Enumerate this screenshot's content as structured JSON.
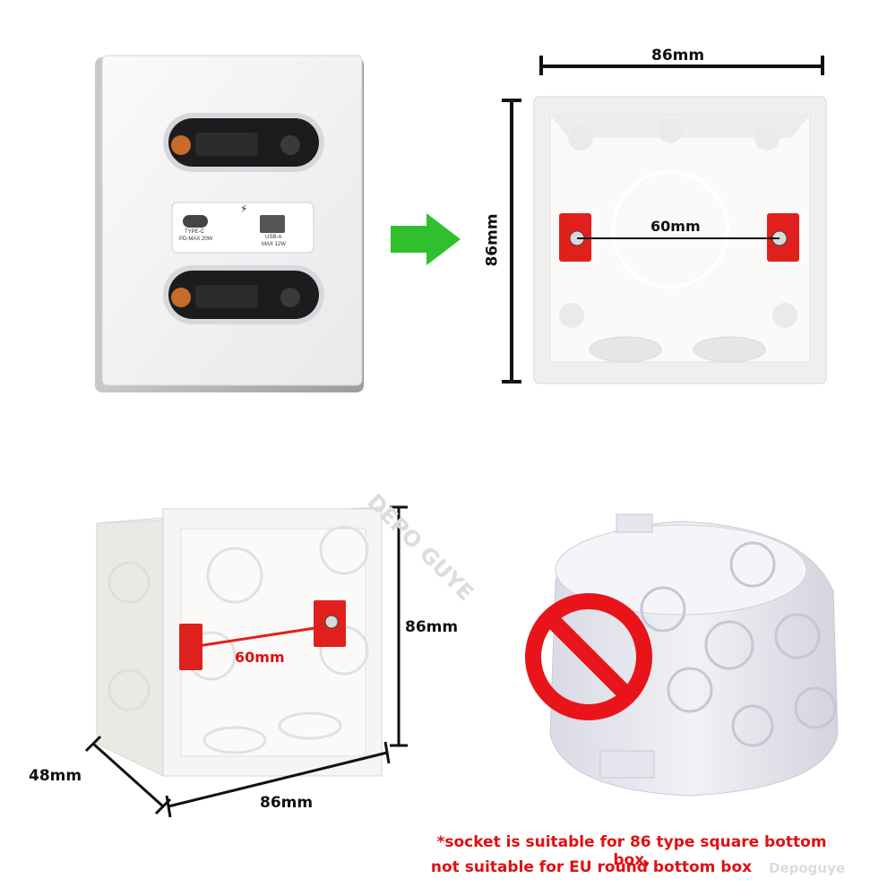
{
  "socket": {
    "typec_label": "TYPE-C",
    "typec_spec": "PD-MAX 20W",
    "usba_label": "USB-A",
    "usba_spec": "MAX 12W"
  },
  "top_box": {
    "width_label": "86mm",
    "height_label": "86mm",
    "screw_label": "60mm"
  },
  "bottom_box": {
    "depth_label": "48mm",
    "width_label": "86mm",
    "height_label": "86mm",
    "screw_label": "60mm"
  },
  "note": {
    "line1": "*socket is suitable for 86 type square bottom box,",
    "line2": "not suitable for EU round bottom box"
  },
  "watermarks": {
    "diagonal": "DEPO GUYE",
    "corner": "Depoguye"
  },
  "colors": {
    "arrow": "#2fbf2f",
    "prohibit": "#e8141a",
    "bracket": "#e0201c",
    "note": "#e01010"
  }
}
